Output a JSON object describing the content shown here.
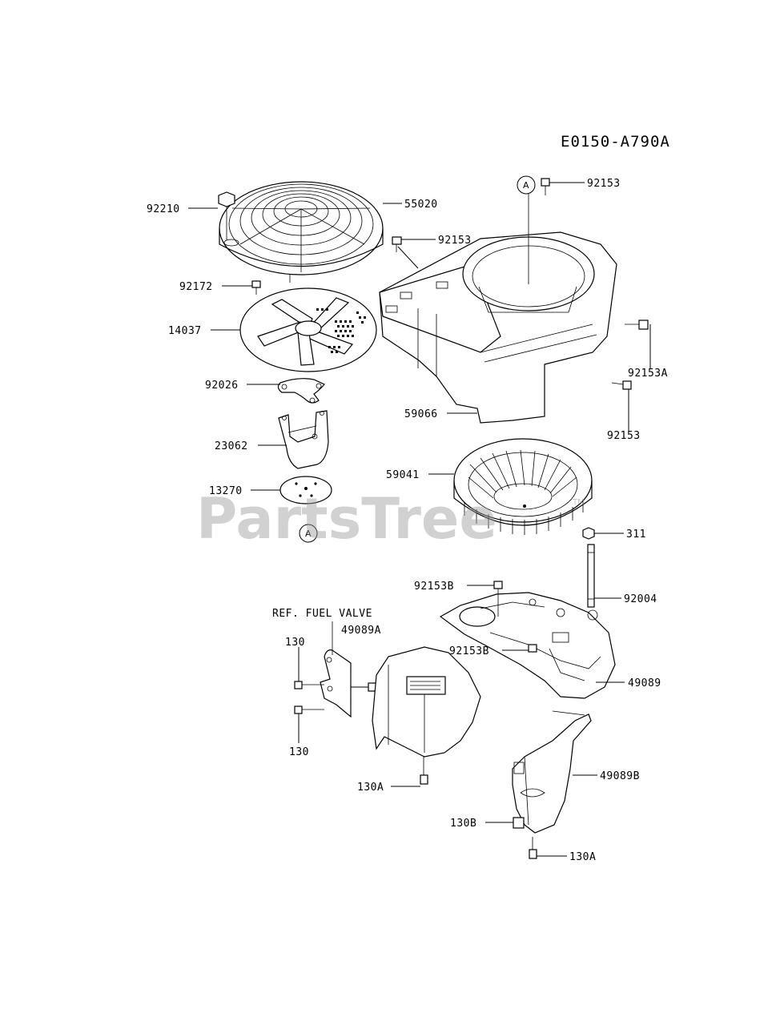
{
  "diagram_code": "E0150-A790A",
  "watermark": "PartsTree",
  "watermark_tm": "TM",
  "ref_marker": "A",
  "labels": {
    "p92210": "92210",
    "p55020": "55020",
    "p92153_top": "92153",
    "p92153_mid": "92153",
    "p92172": "92172",
    "p14037": "14037",
    "p92153A": "92153A",
    "p92026": "92026",
    "p92153_right": "92153",
    "p59066": "59066",
    "p23062": "23062",
    "p59041": "59041",
    "p13270": "13270",
    "p311": "311",
    "p92153B_top": "92153B",
    "p92004": "92004",
    "ref_fuel_valve": "REF. FUEL  VALVE",
    "p49089A": "49089A",
    "p130_top": "130",
    "p92153B_mid": "92153B",
    "p49089": "49089",
    "p130_bottom": "130",
    "p49089B": "49089B",
    "p130A_left": "130A",
    "p130B": "130B",
    "p130A_right": "130A"
  }
}
